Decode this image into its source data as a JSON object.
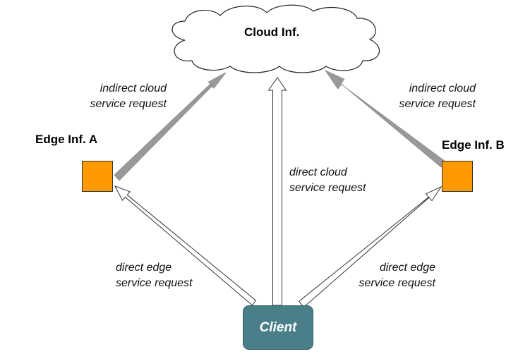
{
  "cloud": {
    "label": "Cloud Inf."
  },
  "edge_a": {
    "label": "Edge Inf. A"
  },
  "edge_b": {
    "label": "Edge Inf. B"
  },
  "client": {
    "label": "Client"
  },
  "edges": {
    "indirect_left": {
      "line1": "indirect cloud",
      "line2": "service request"
    },
    "indirect_right": {
      "line1": "indirect cloud",
      "line2": "service request"
    },
    "direct_cloud": {
      "line1": "direct cloud",
      "line2": "service request"
    },
    "direct_edge_left": {
      "line1": "direct edge",
      "line2": "service request"
    },
    "direct_edge_right": {
      "line1": "direct edge",
      "line2": "service request"
    }
  },
  "colors": {
    "edge_node": "#ff9900",
    "client_fill": "#4a7f8a",
    "indirect_arrow": "#999999",
    "direct_arrow_fill": "#ffffff",
    "outline": "#333333"
  }
}
